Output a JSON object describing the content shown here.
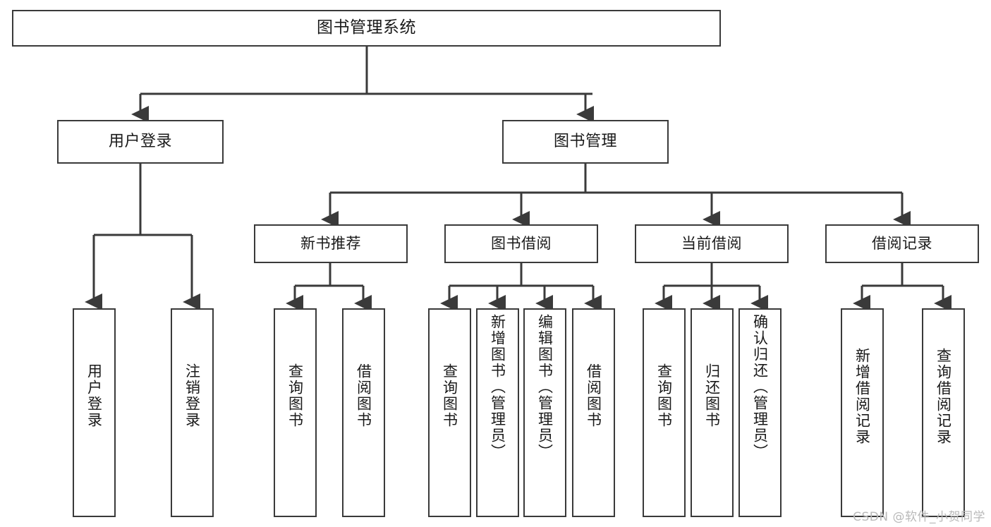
{
  "diagram": {
    "title": "图书管理系统",
    "type": "tree",
    "background_color": "#ffffff",
    "line_color": "#3a3a3a",
    "box_border_color": "#3a3a3a",
    "text_color": "#1a1a1a",
    "nodes": {
      "root": {
        "label": "图书管理系统"
      },
      "level2": [
        {
          "label": "用户登录"
        },
        {
          "label": "图书管理"
        }
      ],
      "level3": [
        {
          "label": "新书推荐"
        },
        {
          "label": "图书借阅"
        },
        {
          "label": "当前借阅"
        },
        {
          "label": "借阅记录"
        }
      ],
      "leaves": [
        {
          "label": "用户登录"
        },
        {
          "label": "注销登录"
        },
        {
          "label": "查询图书"
        },
        {
          "label": "借阅图书"
        },
        {
          "label": "查询图书"
        },
        {
          "label": "新增图书（管理员）"
        },
        {
          "label": "编辑图书（管理员）"
        },
        {
          "label": "借阅图书"
        },
        {
          "label": "查询图书"
        },
        {
          "label": "归还图书"
        },
        {
          "label": "确认归还（管理员）"
        },
        {
          "label": "新增借阅记录"
        },
        {
          "label": "查询借阅记录"
        }
      ]
    }
  },
  "watermark": {
    "text": "CSDN @软件_小贺同学"
  }
}
